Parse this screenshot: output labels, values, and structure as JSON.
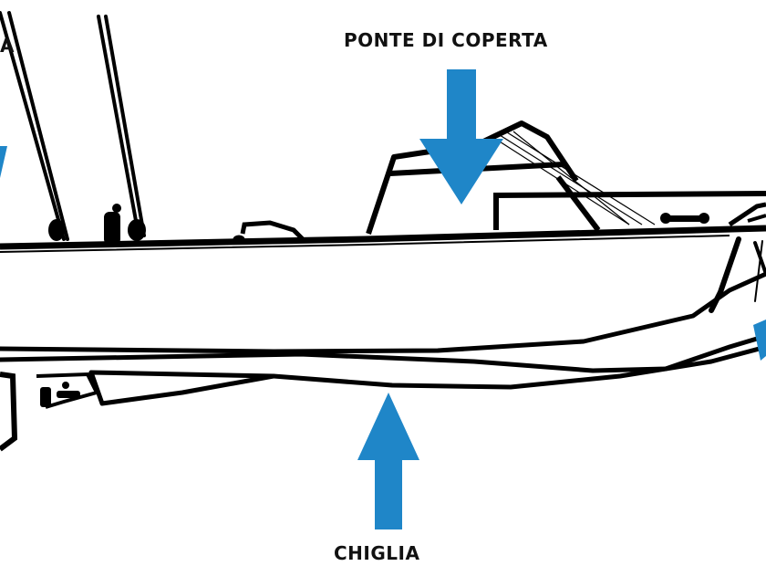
{
  "labels": {
    "deck": "PONTE DI COPERTA",
    "keel": "CHIGLIA",
    "partial_left": "A"
  },
  "colors": {
    "arrow": "#1f86c8",
    "outline": "#000000",
    "background": "#ffffff"
  },
  "icons": {
    "deck_arrow": "down-arrow-icon",
    "keel_arrow": "up-arrow-icon"
  }
}
